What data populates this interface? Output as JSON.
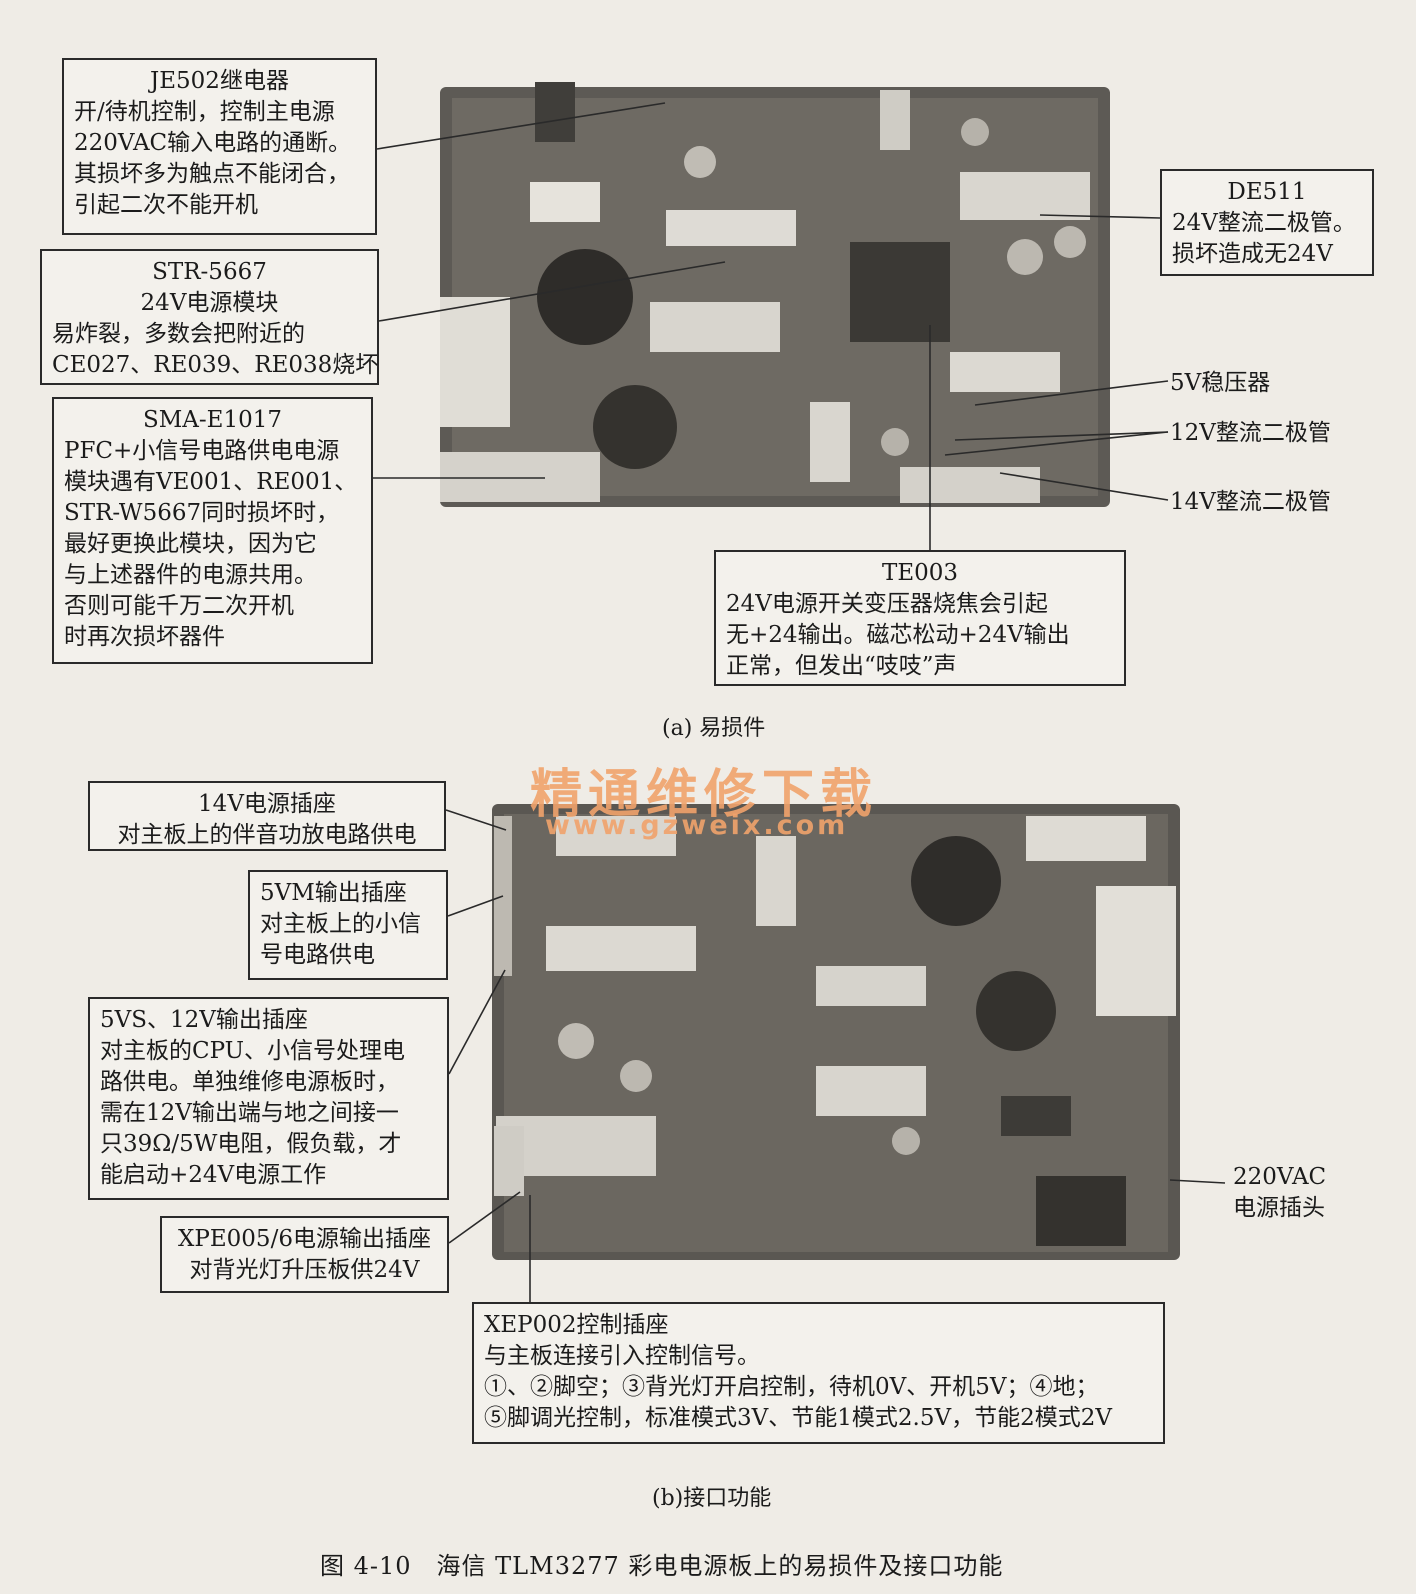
{
  "panel_a": {
    "caption": "(a) 易损件",
    "callouts": {
      "je502": {
        "title": "JE502继电器",
        "lines": [
          "开/待机控制，控制主电源",
          "220VAC输入电路的通断。",
          "其损坏多为触点不能闭合，",
          "引起二次不能开机"
        ]
      },
      "str5667": {
        "title": "STR-5667",
        "lines": [
          "24V电源模块",
          "易炸裂，多数会把附近的",
          "CE027、RE039、RE038烧坏"
        ]
      },
      "sma": {
        "title": "SMA-E1017",
        "lines": [
          "PFC+小信号电路供电电源",
          "模块遇有VE001、RE001、",
          "STR-W5667同时损坏时，",
          "最好更换此模块，因为它",
          "与上述器件的电源共用。",
          "否则可能千万二次开机",
          "时再次损坏器件"
        ]
      },
      "de511": {
        "title": "DE511",
        "lines": [
          "24V整流二极管。",
          "损坏造成无24V"
        ]
      },
      "te003": {
        "title": "TE003",
        "lines": [
          "24V电源开关变压器烧焦会引起",
          "无+24输出。磁芯松动+24V输出",
          "正常，但发出“吱吱”声"
        ]
      }
    },
    "labels": {
      "v5_reg": "5V稳压器",
      "v12_diode": "12V整流二极管",
      "v14_diode": "14V整流二极管"
    }
  },
  "panel_b": {
    "caption": "(b)接口功能",
    "callouts": {
      "v14_socket": {
        "lines": [
          "14V电源插座",
          "对主板上的伴音功放电路供电"
        ]
      },
      "v5m_socket": {
        "lines": [
          "5VM输出插座",
          "对主板上的小信",
          "号电路供电"
        ]
      },
      "v5s_socket": {
        "lines": [
          "5VS、12V输出插座",
          "对主板的CPU、小信号处理电",
          "路供电。单独维修电源板时，",
          "需在12V输出端与地之间接一",
          "只39Ω/5W电阻，假负载，才",
          "能启动+24V电源工作"
        ]
      },
      "xpe005": {
        "lines": [
          "XPE005/6电源输出插座",
          "对背光灯升压板供24V"
        ]
      },
      "xep002": {
        "lines": [
          "XEP002控制插座",
          "与主板连接引入控制信号。",
          "①、②脚空；③背光灯开启控制，待机0V、开机5V；④地；",
          "⑤脚调光控制，标准模式3V、节能1模式2.5V，节能2模式2V"
        ]
      }
    },
    "labels": {
      "ac_plug": [
        "220VAC",
        "电源插头"
      ]
    }
  },
  "watermark": {
    "title": "精通维修下载",
    "url": "www.gzweix.com"
  },
  "figure_caption": "图 4-10　海信 TLM3277 彩电电源板上的易损件及接口功能"
}
